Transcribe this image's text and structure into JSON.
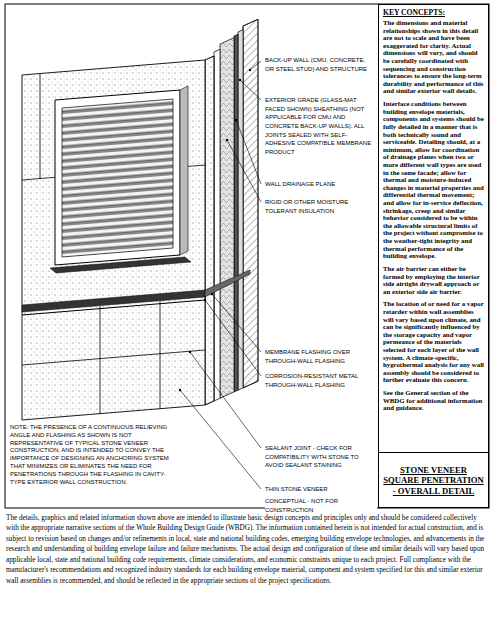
{
  "diagram": {
    "title": "STONE VENEER SQUARE PENETRATION - OVERALL DETAIL",
    "caption": "The details, graphics and related information shown above are intended to illustrate basic design concepts and principles only and should be considered collectively with the appropriate narrative sections of the Whole Building Design Guide (WBDG). The information contained herein is not intended for actual construction, and is subject to revision based on changes and/or refinements in local, state and national building codes, emerging building envelope technologies, and advancements in the research and understanding of building envelope failure and failure mechanisms. The actual design and configuration of these and similar details will vary based upon applicable local, state and national building code requirements, climate considerations, and economic constraints unique to each project. Full compliance with the manufacturer's recommendations and recognized industry standards for each building envelope material, component and system specified for this and similar exterior wall assemblies is recommended, and should be reflected in the appropriate sections of the project specifications.",
    "nodes": [
      {
        "text": [
          "KEY CONCEPTS:",
          "The dimensions and material relationships shown in this detail are not to scale and have been exaggerated for clarity. Actual dimensions will vary, and should be carefully coordinated with sequencing and construction tolerances to ensure the long-term durability and performance of this and similar exterior wall details.",
          "Interface conditions between building envelope materials, components and systems should be fully detailed in a manner that is both technically sound and serviceable. Detailing should, at a minimum, allow for coordination of drainage planes when two or more different wall types are used in the same facade; allow for thermal and moisture-induced changes in material properties and differential thermal movement; and allow for in-service deflection, shrinkage, creep and similar behavior considered to be within the allowable structural limits of the project without compromise to the weather-tight integrity and thermal performance of the building envelope.",
          "The air barrier can either be formed by employing the interior side airtight drywall approach or an exterior side air barrier.",
          "The location of or need for a vapor retarder within wall assemblies will vary based upon climate, and can be significantly influenced by the storage capacity and vapor permeance of the materials selected for each layer of the wall system. A climate-specific, hygrothermal analysis for any wall assembly should be considered to further evaluate this concern.",
          "See the General section of the WBDG for additional information and guidance."
        ]
      }
    ],
    "labels": [
      "BACK-UP WALL (CMU, CONCRETE, OR STEEL STUD) AND STRUCTURE",
      "EXTERIOR GRADE (GLASS-MAT FACED SHOWN) SHEATHING (NOT APPLICABLE FOR CMU AND CONCRETE BACK-UP WALLS). ALL JOINTS SEALED WITH SELF-ADHESIVE COMPATIBLE MEMBRANE PRODUCT",
      "WALL DRAINAGE PLANE",
      "RIGID OR OTHER MOISTURE TOLERANT INSULATION",
      "MEMBRANE FLASHING OVER THROUGH-WALL FLASHING",
      "CORROSION-RESISTANT METAL THROUGH-WALL FLASHING",
      "SEALANT JOINT - CHECK FOR COMPATIBILITY WITH STONE TO AVOID SEALANT STAINING",
      "THIN STONE VENEER",
      "CONCEPTUAL - NOT FOR CONSTRUCTION",
      "NOTE: THE PRESENCE OF A CONTINUOUS RELIEVING ANGLE AND FLASHING AS SHOWN IS NOT REPRESENTATIVE OF TYPICAL STONE VENEER CONSTRUCTION, AND IS INTENDED TO CONVEY THE IMPORTANCE OF DESIGNING AN ANCHORING SYSTEM THAT MINIMIZES OR ELIMINATES THE NEED FOR PENETRATIONS THROUGH THE FLASHING IN CAVITY-TYPE EXTERIOR WALL CONSTRUCTION."
    ]
  }
}
